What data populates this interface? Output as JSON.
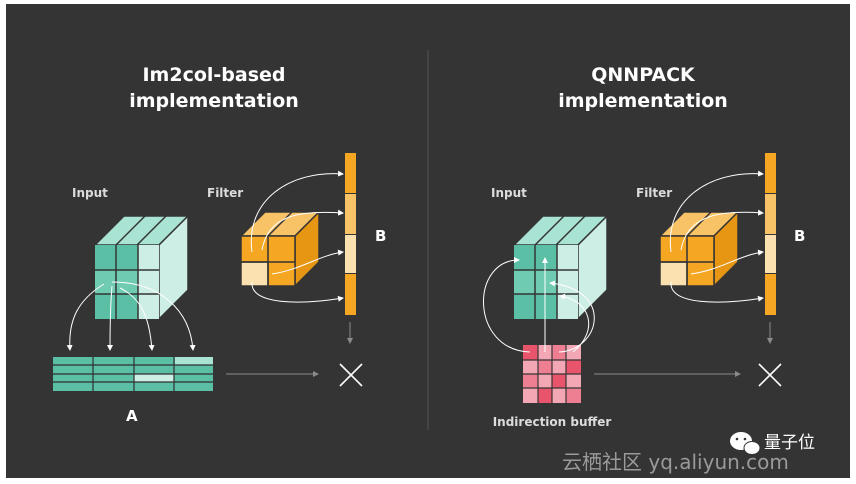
{
  "left_panel": {
    "title_line1": "Im2col-based",
    "title_line2": "implementation",
    "input_label": "Input",
    "filter_label": "Filter",
    "matrix_a_label": "A",
    "matrix_b_label": "B"
  },
  "right_panel": {
    "title_line1": "QNNPACK",
    "title_line2": "implementation",
    "input_label": "Input",
    "filter_label": "Filter",
    "matrix_b_label": "B",
    "indirection_label": "Indirection buffer"
  },
  "watermark": {
    "brand": "量子位",
    "site": "云栖社区 yq.aliyun.com"
  },
  "colors": {
    "background": "#343434",
    "teal": "#5bbfa6",
    "orange": "#f5a623",
    "pink": "#e8546c"
  }
}
